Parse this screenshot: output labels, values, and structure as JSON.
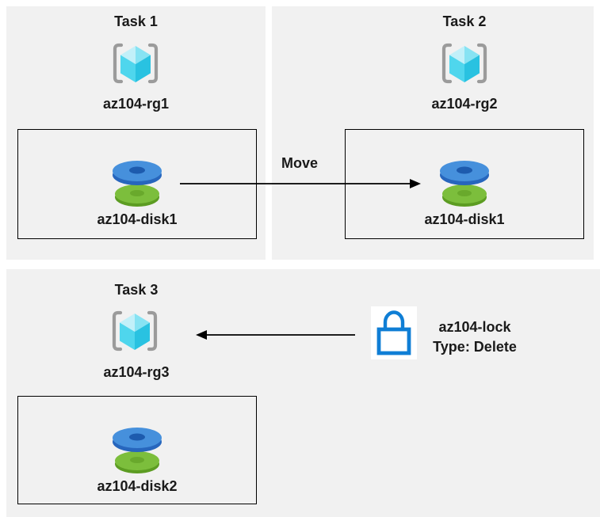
{
  "colors": {
    "page_bg": "#ffffff",
    "panel_bg": "#f1f1f1",
    "box_border": "#000000",
    "text": "#1a1a1a",
    "arrow": "#000000",
    "bracket_gray": "#9b9b9b",
    "cube_top_left": "#c2f0f9",
    "cube_top_right": "#87e3f3",
    "cube_bottom_left": "#4fd6ed",
    "cube_bottom_right": "#29c2e1",
    "disk_blue_top": "#4690dc",
    "disk_blue_side": "#2766bd",
    "disk_blue_hole": "#1d5bae",
    "disk_green_top": "#7cbe3c",
    "disk_green_side": "#5c9c22",
    "disk_green_hole": "#69a92c",
    "lock_blue": "#0f7ed5",
    "lock_bg": "#ffffff"
  },
  "panels": [
    {
      "title": "Task 1",
      "resource_group": "az104-rg1",
      "disk": "az104-disk1"
    },
    {
      "title": "Task 2",
      "resource_group": "az104-rg2",
      "disk": "az104-disk1"
    },
    {
      "title": "Task 3",
      "resource_group": "az104-rg3",
      "disk": "az104-disk2"
    }
  ],
  "move_arrow": {
    "label": "Move"
  },
  "lock": {
    "name": "az104-lock",
    "type": "Type: Delete"
  }
}
